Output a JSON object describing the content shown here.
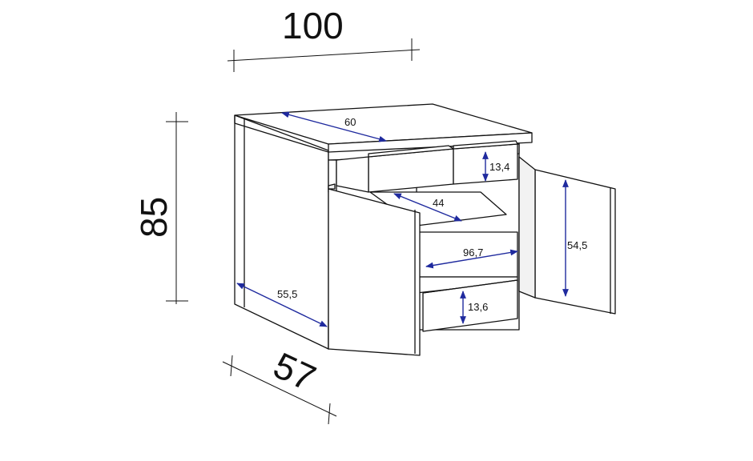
{
  "dimensions": {
    "overall_width": "100",
    "overall_height": "85",
    "overall_depth": "57",
    "top_depth": "60",
    "shelf_depth": "44",
    "side_depth": "55,5",
    "drawer_height": "13,4",
    "door_height": "54,5",
    "inner_width": "96,7",
    "bottom_drawer_height": "13,6"
  },
  "colors": {
    "outline": "#111111",
    "dimension_arrow": "#1f2a9e"
  }
}
